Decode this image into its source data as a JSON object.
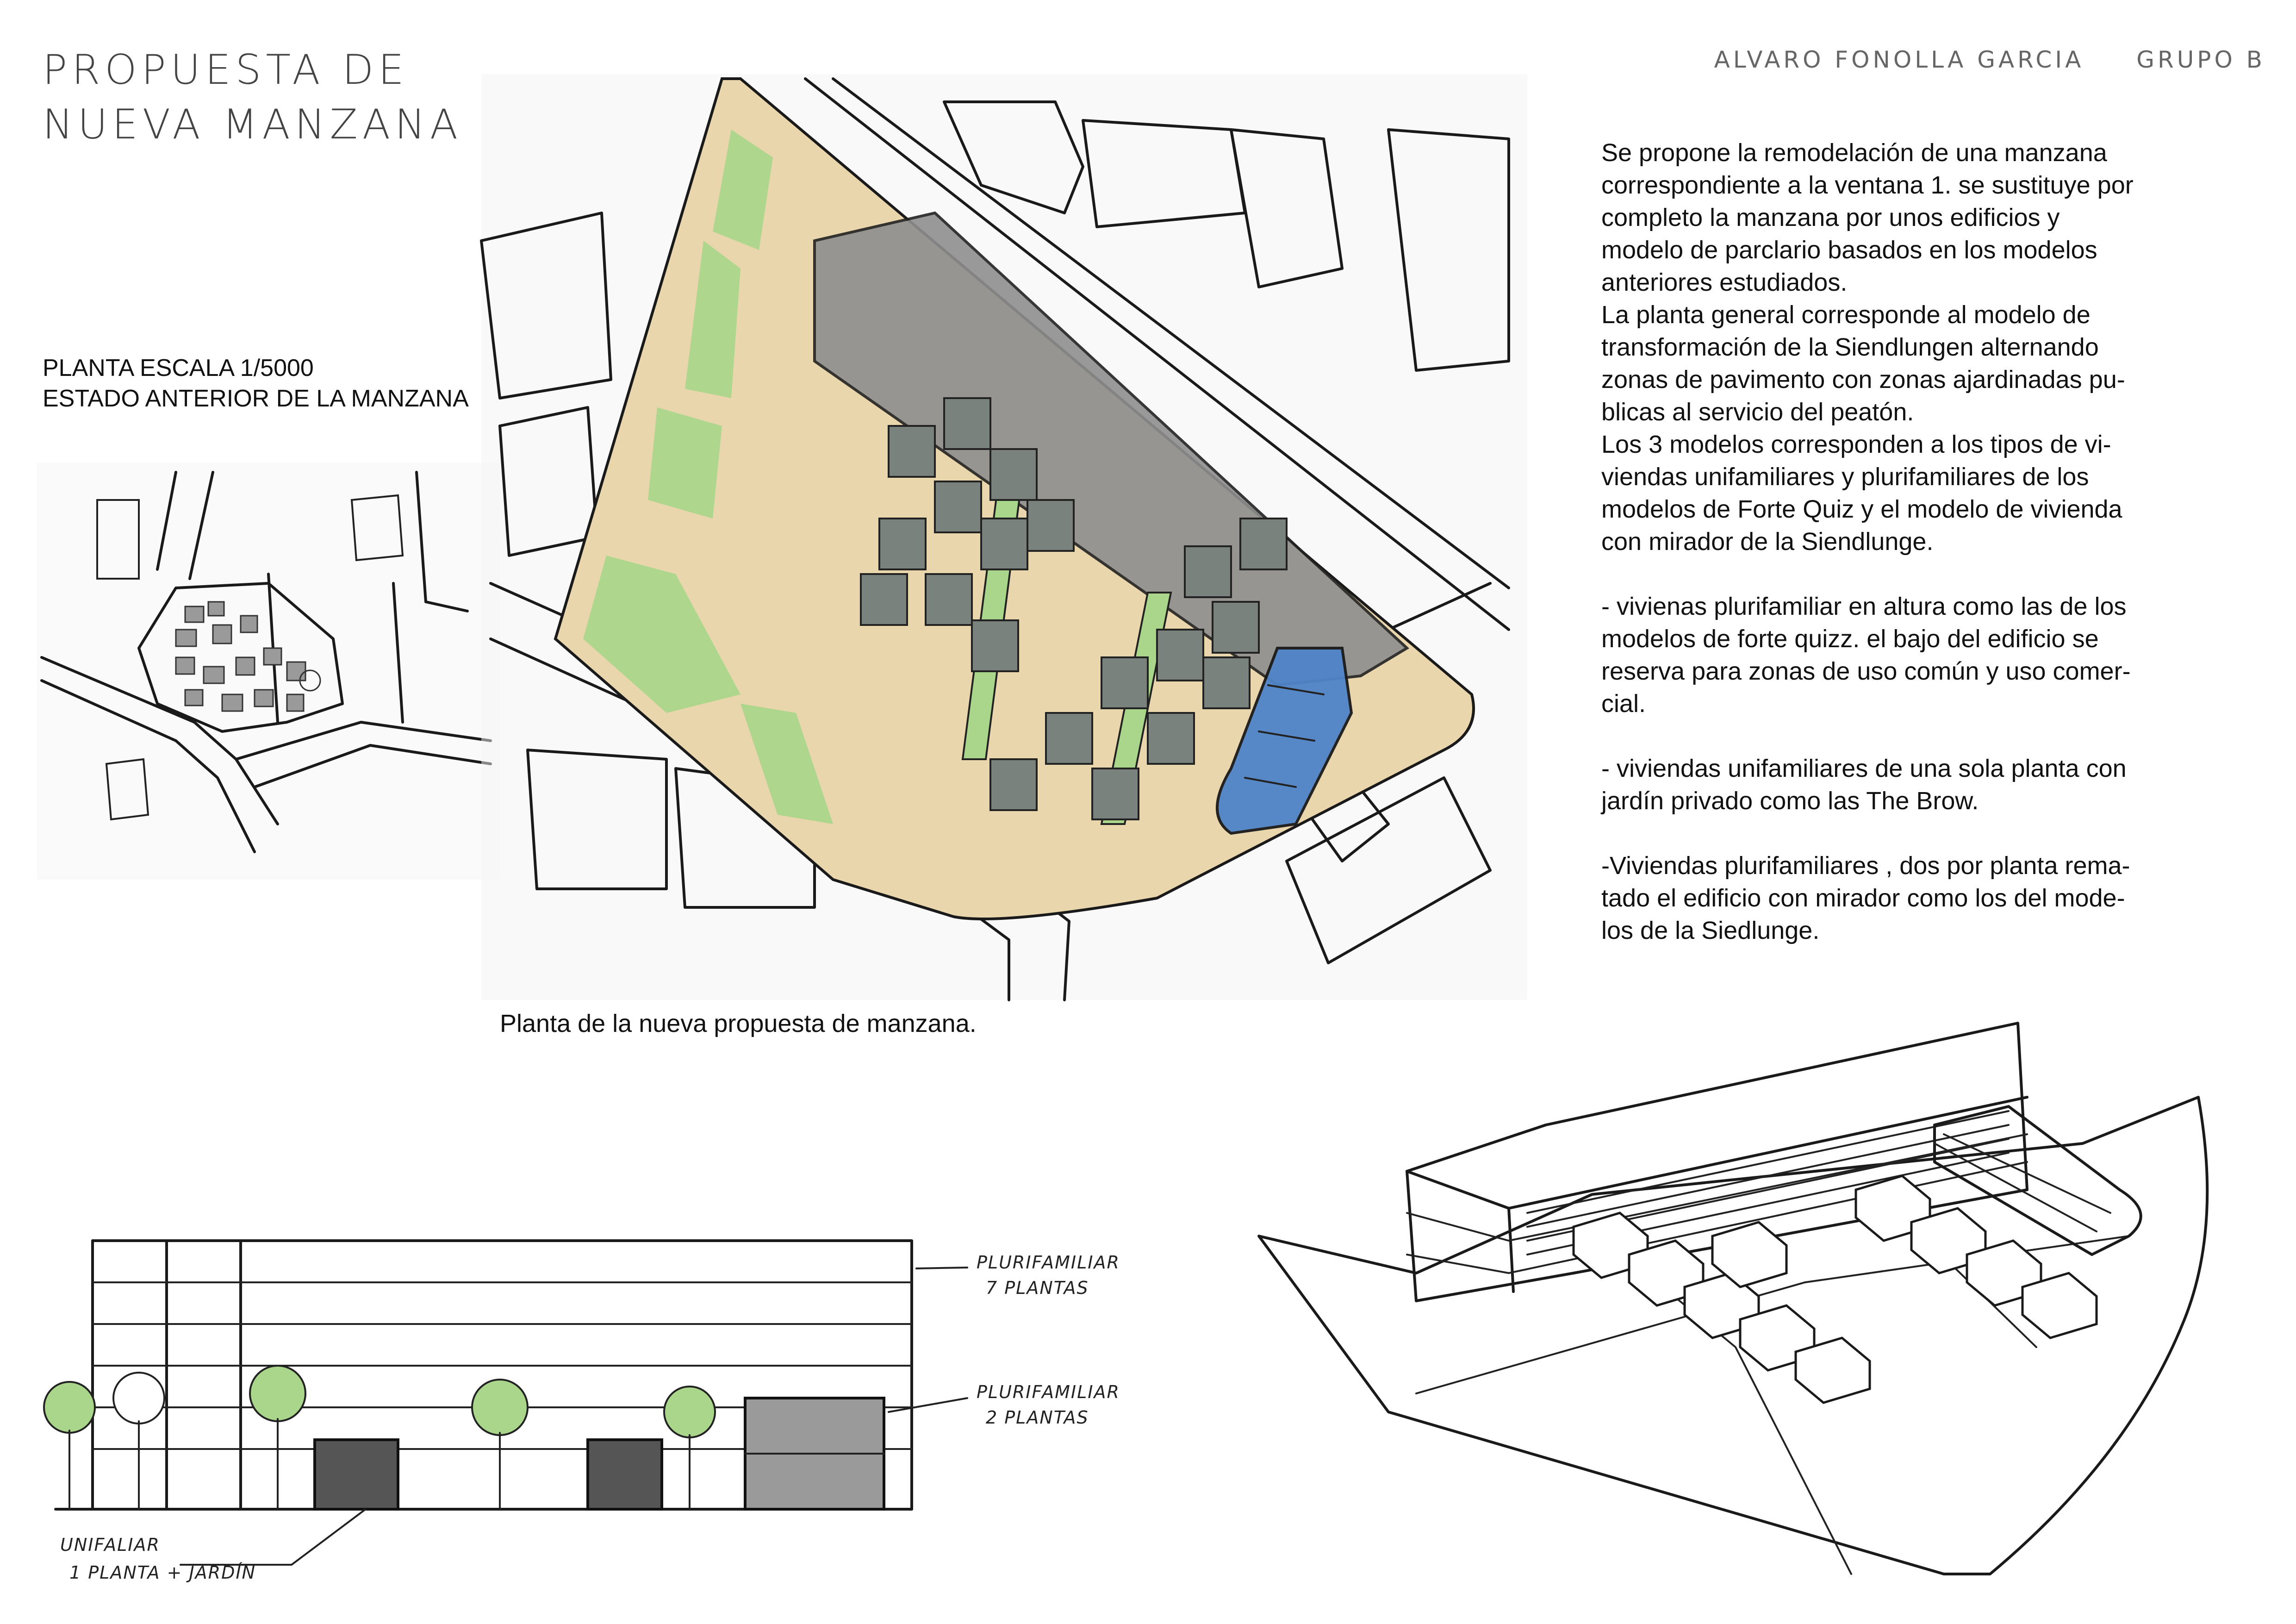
{
  "header": {
    "title": "PROPUESTA DE NUEVA MANZANA",
    "author": "ALVARO FONOLLA GARCIA",
    "group": "GRUPO B"
  },
  "site_plan": {
    "label_line1": "PLANTA ESCALA 1/5000",
    "label_line2": "ESTADO ANTERIOR DE LA MANZANA"
  },
  "new_plan": {
    "caption": "Planta de la nueva propuesta de manzana."
  },
  "description": {
    "paragraphs": [
      "Se propone la remodelación de una manzana\ncorrespondiente a la ventana 1. se sustituye por\ncompleto la manzana por unos edificios  y\nmodelo de parclario basados en los modelos\nanteriores estudiados.",
      "La planta general corresponde al modelo de\ntransformación de la Siendlungen alternando\nzonas de pavimento con zonas ajardinadas pu-\nblicas al servicio del peatón.",
      "Los 3 modelos corresponden a los tipos de vi-\nviendas unifamiliares  y plurifamiliares de los\nmodelos de Forte Quiz y el modelo de vivienda\ncon mirador de la Siendlunge.",
      "- vivienas plurifamiliar en altura como las de los\nmodelos de forte quizz. el bajo del edificio  se\nreserva para zonas de uso común y uso comer-\ncial.",
      "- viviendas unifamiliares de una sola planta con\njardín privado como las The Brow.",
      "-Viviendas plurifamiliares , dos por planta rema-\ntado el edificio con mirador como los del mode-\nlos de la Siedlunge."
    ]
  },
  "elevation": {
    "note_top_line1": "PLURIFAMILIAR",
    "note_top_line2": "7 PLANTAS",
    "note_mid_line1": "PLURIFAMILIAR",
    "note_mid_line2": "2 PLANTAS",
    "note_bottom_line1": "UNIFALIAR",
    "note_bottom_line2": "1 PLANTA + JARDÍN"
  },
  "colors": {
    "ground": "#e8d6b0",
    "lawn": "#a9d68a",
    "buildings": "#7a827d",
    "blue_block": "#4f84c9",
    "street": "#e7e7e7"
  }
}
